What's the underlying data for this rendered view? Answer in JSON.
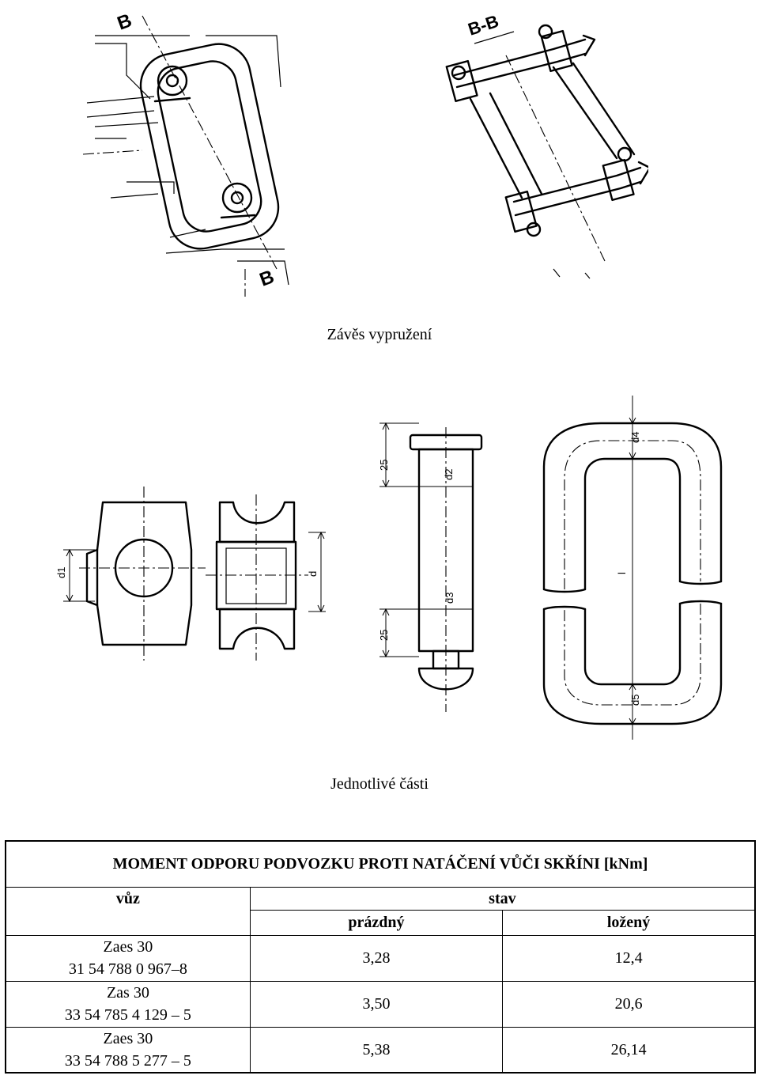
{
  "figures": {
    "top_left_section_label_top": "B",
    "top_left_section_label_bottom": "B",
    "top_right_section_label": "B-B",
    "caption_1": "Závěs vypružení",
    "caption_2": "Jednotlivé části",
    "dims": {
      "d1": "d1",
      "d": "d",
      "d2": "d2",
      "d3": "d3",
      "d4": "d4",
      "d5": "d5",
      "l": "l",
      "l_pin": "l",
      "n25_top": "25",
      "n25_bottom": "25"
    }
  },
  "table": {
    "title": "MOMENT ODPORU PODVOZKU PROTI NATÁČENÍ VŮČI SKŘÍNI [kNm]",
    "col_vuz": "vůz",
    "col_stav": "stav",
    "col_prazdny": "prázdný",
    "col_lozeny": "ložený",
    "rows": [
      {
        "vuz_line1": "Zaes 30",
        "vuz_line2": "31 54 788 0 967–8",
        "prazdny": "3,28",
        "lozeny": "12,4"
      },
      {
        "vuz_line1": "Zas 30",
        "vuz_line2": "33 54 785 4 129 – 5",
        "prazdny": "3,50",
        "lozeny": "20,6"
      },
      {
        "vuz_line1": "Zaes 30",
        "vuz_line2": "33 54 788 5 277 – 5",
        "prazdny": "5,38",
        "lozeny": "26,14"
      }
    ]
  }
}
